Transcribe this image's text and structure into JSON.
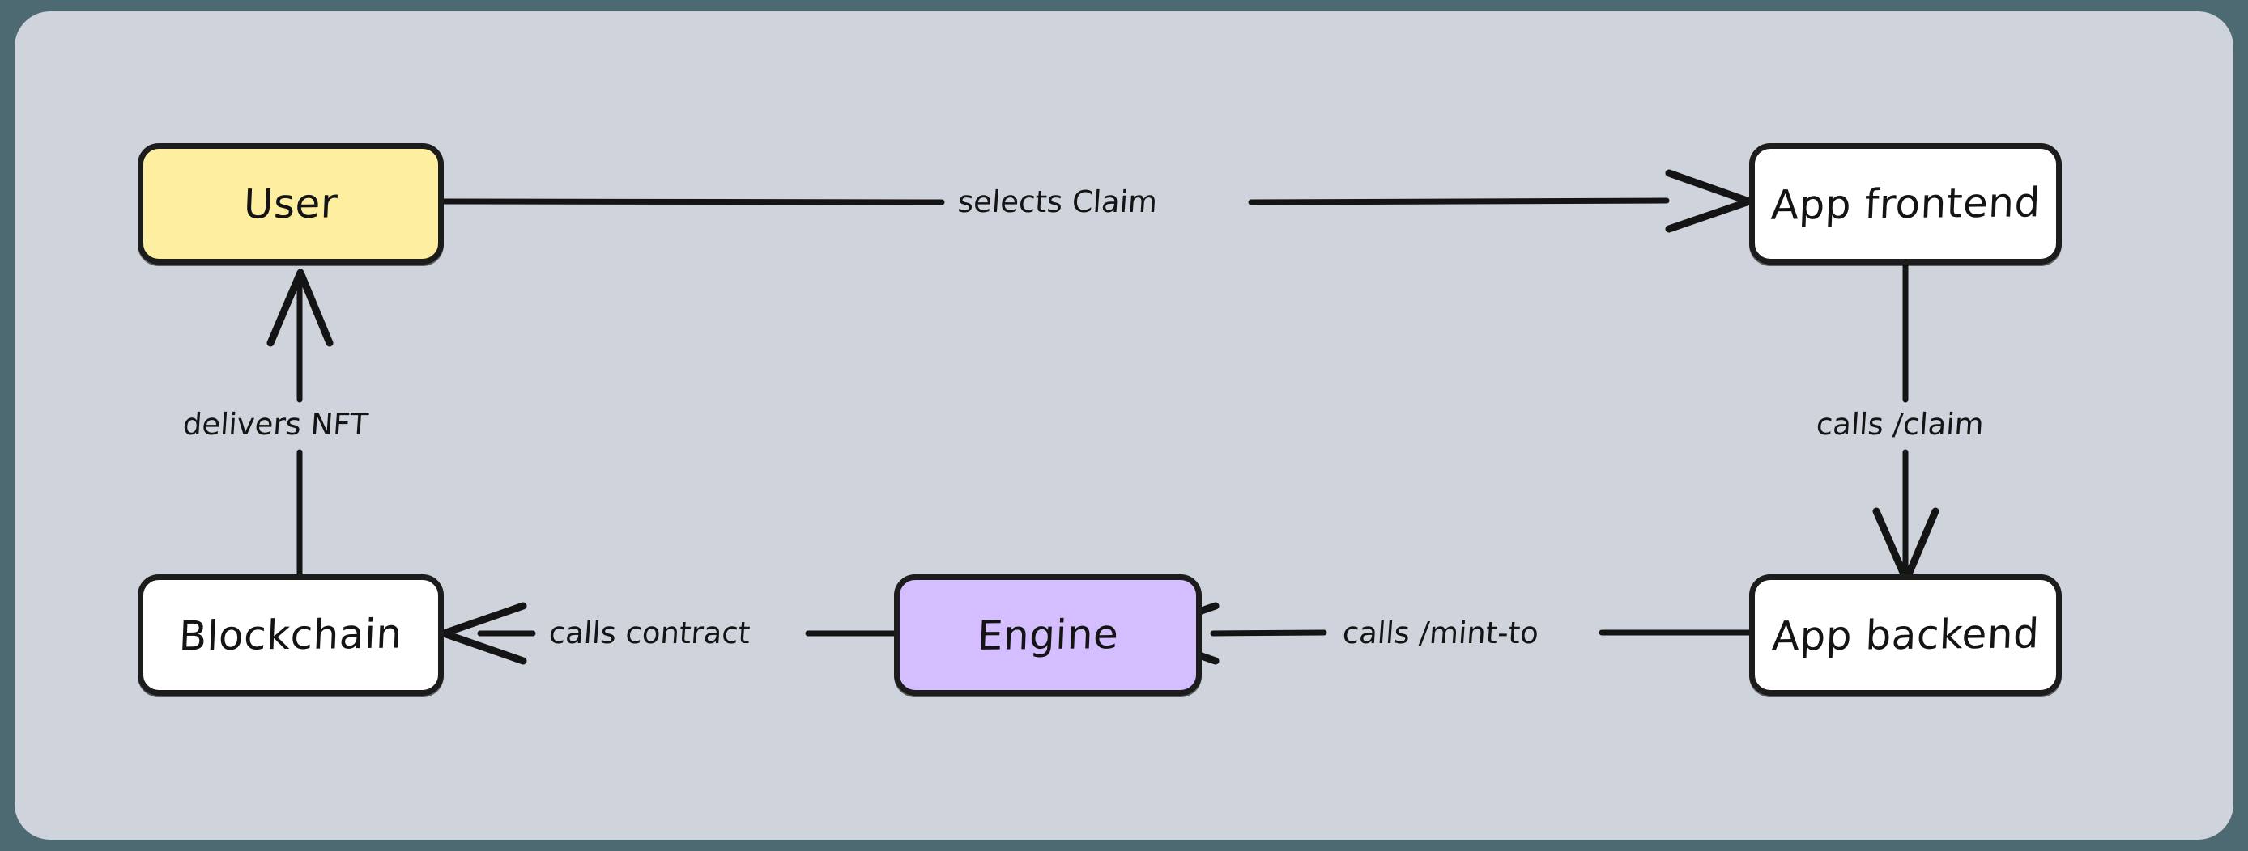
{
  "diagram": {
    "type": "flowchart",
    "style": "hand-drawn",
    "canvas_background": "#ced3dc",
    "page_background": "#4d6a73",
    "nodes": [
      {
        "id": "user",
        "label": "User",
        "fill": "#fdeea0",
        "stroke": "#1c1c1c",
        "shape": "rounded-rect"
      },
      {
        "id": "app-frontend",
        "label": "App frontend",
        "fill": "#ffffff",
        "stroke": "#1c1c1c",
        "shape": "rounded-rect"
      },
      {
        "id": "blockchain",
        "label": "Blockchain",
        "fill": "#ffffff",
        "stroke": "#1c1c1c",
        "shape": "rounded-rect"
      },
      {
        "id": "engine",
        "label": "Engine",
        "fill": "#d4beff",
        "stroke": "#1c1c1c",
        "shape": "rounded-rect"
      },
      {
        "id": "app-backend",
        "label": "App backend",
        "fill": "#ffffff",
        "stroke": "#1c1c1c",
        "shape": "rounded-rect"
      }
    ],
    "edges": [
      {
        "id": "e1",
        "from": "user",
        "to": "app-frontend",
        "label": "selects Claim",
        "direction": "right"
      },
      {
        "id": "e2",
        "from": "app-frontend",
        "to": "app-backend",
        "label": "calls /claim",
        "direction": "down"
      },
      {
        "id": "e3",
        "from": "app-backend",
        "to": "engine",
        "label": "calls /mint-to",
        "direction": "left"
      },
      {
        "id": "e4",
        "from": "engine",
        "to": "blockchain",
        "label": "calls contract",
        "direction": "left"
      },
      {
        "id": "e5",
        "from": "blockchain",
        "to": "user",
        "label": "delivers NFT",
        "direction": "up"
      }
    ]
  }
}
